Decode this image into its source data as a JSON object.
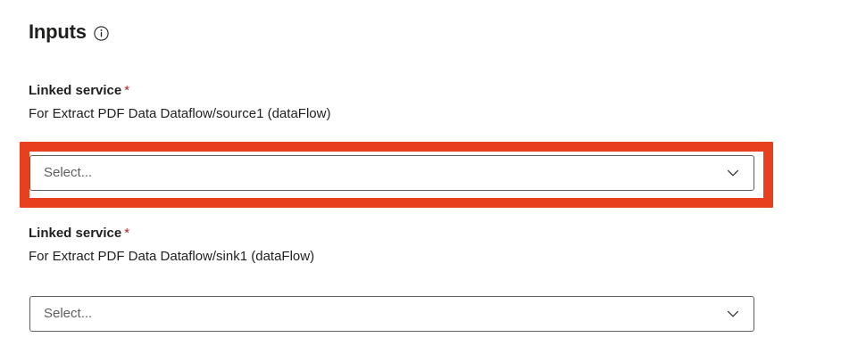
{
  "panel": {
    "title": "Inputs",
    "info_icon": "info-icon"
  },
  "colors": {
    "annotation_highlight": "#e8401f",
    "required_asterisk": "#a4262c",
    "placeholder_text": "#605e5c",
    "border": "#605e5c",
    "text": "#201f1e",
    "background": "#ffffff"
  },
  "fields": [
    {
      "label": "Linked service",
      "required_marker": "*",
      "description": "For Extract PDF Data Dataflow/source1 (dataFlow)",
      "dropdown": {
        "value": "",
        "placeholder": "Select...",
        "display_text": "Select...",
        "chevron_icon": "chevron-down-icon"
      },
      "highlighted": true
    },
    {
      "label": "Linked service",
      "required_marker": "*",
      "description": "For Extract PDF Data Dataflow/sink1 (dataFlow)",
      "dropdown": {
        "value": "",
        "placeholder": "Select...",
        "display_text": "Select...",
        "chevron_icon": "chevron-down-icon"
      },
      "highlighted": false
    }
  ]
}
